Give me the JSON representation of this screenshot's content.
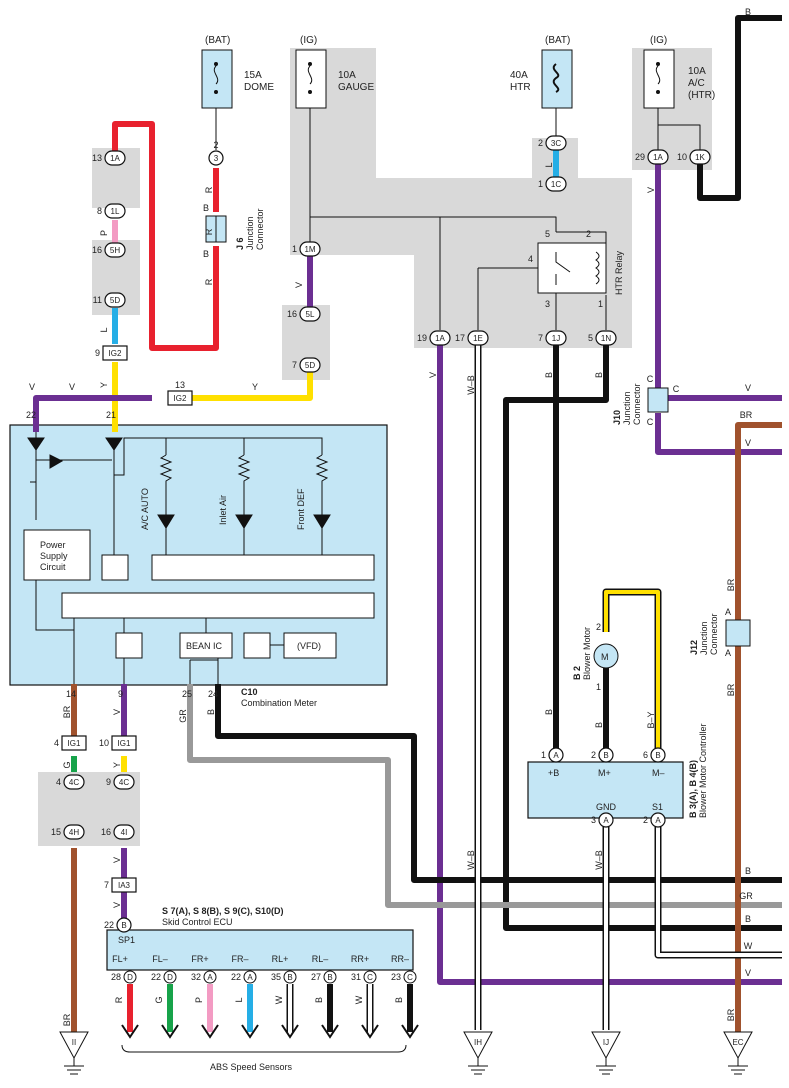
{
  "fuses": {
    "dome": {
      "src": "(BAT)",
      "rating": "15A",
      "name": "DOME"
    },
    "gauge": {
      "src": "(IG)",
      "rating": "10A",
      "name": "GAUGE"
    },
    "htr": {
      "src": "(BAT)",
      "rating": "40A",
      "name": "HTR"
    },
    "ac": {
      "src": "(IG)",
      "rating": "10A",
      "name1": "A/C",
      "name2": "(HTR)"
    }
  },
  "connectors": {
    "c1A_13": "1A",
    "c1L_8": "1L",
    "c5H_16": "5H",
    "c5D_11": "5D",
    "cIG2_9": "IG2",
    "c3": "3",
    "c1M": "1M",
    "c5L": "5L",
    "c5D_7": "5D",
    "cIG2_13": "IG2",
    "c3C": "3C",
    "c1C": "1C",
    "c1A_19": "1A",
    "c1E": "1E",
    "c1J": "1J",
    "c1N": "1N",
    "c1A_29": "1A",
    "c1K": "1K",
    "cIG1_4": "IG1",
    "cIG1_10": "IG1",
    "c4C_4": "4C",
    "c4C_9": "4C",
    "c4H": "4H",
    "c4I": "4I",
    "cIA3": "IA3",
    "cB": "B",
    "cA_blower1": "A",
    "cB_blower2": "B",
    "cB_blower6": "B",
    "cA_gnd": "A",
    "cA_s1": "A"
  },
  "pins": {
    "p13": "13",
    "p8": "8",
    "p16a": "16",
    "p11": "11",
    "p9": "9",
    "p2a": "2",
    "p1m": "1",
    "p16b": "16",
    "p7": "7",
    "p13b": "13",
    "p22": "22",
    "p21": "21",
    "p2b": "2",
    "p1c": "1",
    "p5": "5",
    "p2c": "2",
    "p4": "4",
    "p1d": "1",
    "p3": "3",
    "p19": "19",
    "p17": "17",
    "p7b": "7",
    "p5b": "5",
    "p29": "29",
    "p10": "10",
    "p14": "14",
    "p9b": "9",
    "p25": "25",
    "p24": "24",
    "p4b": "4",
    "p10b": "10",
    "p4c": "4",
    "p9c": "9",
    "p15": "15",
    "p16c": "16",
    "p7c": "7",
    "p22b": "22",
    "pb1": "1",
    "pb2": "2",
    "pb6": "6",
    "pb3": "3",
    "pb2b": "2",
    "pm2": "2",
    "pm1": "1"
  },
  "wires": {
    "R": "R",
    "B": "B",
    "P": "P",
    "L": "L",
    "V": "V",
    "Y": "Y",
    "WB": "W–B",
    "G": "G",
    "BR": "BR",
    "GR": "GR",
    "W": "W",
    "BY": "B–Y",
    "C": "C",
    "A": "A"
  },
  "junctions": {
    "j6_id": "J 6",
    "j6_name1": "Junction",
    "j6_name2": "Connector",
    "j10_id": "J10",
    "j10_name1": "Junction",
    "j10_name2": "Connector",
    "j12_id": "J12",
    "j12_name1": "Junction",
    "j12_name2": "Connector"
  },
  "relay": {
    "name": "HTR Relay",
    "p5": "5",
    "p2": "2",
    "p4": "4",
    "p1": "1",
    "p3": "3"
  },
  "meter": {
    "id": "C10",
    "name": "Combination Meter",
    "power": [
      "Power",
      "Supply",
      "Circuit"
    ],
    "ac_auto": "A/C AUTO",
    "inlet_air": "Inlet Air",
    "front_def": "Front DEF",
    "bean_ic": "BEAN IC",
    "vfd": "(VFD)"
  },
  "blower_motor": {
    "id": "B 2",
    "name": "Blower Motor",
    "M": "M"
  },
  "blower_ctrl": {
    "id": "B 3(A), B 4(B)",
    "name": "Blower Motor Controller",
    "pB": "+B",
    "pMp": "M+",
    "pMm": "M–",
    "gnd": "GND",
    "s1": "S1"
  },
  "skid": {
    "id": "S 7(A), S 8(B), S 9(C), S10(D)",
    "name": "Skid Control ECU",
    "sp1": "SP1",
    "pins": [
      {
        "label": "FL+",
        "num": "28",
        "conn": "D",
        "wire": "R",
        "color": "#e8212e"
      },
      {
        "label": "FL–",
        "num": "22",
        "conn": "D",
        "wire": "G",
        "color": "#17a34a"
      },
      {
        "label": "FR+",
        "num": "32",
        "conn": "A",
        "wire": "P",
        "color": "#f39bc3"
      },
      {
        "label": "FR–",
        "num": "22",
        "conn": "A",
        "wire": "L",
        "color": "#25aee6"
      },
      {
        "label": "RL+",
        "num": "35",
        "conn": "B",
        "wire": "W",
        "color": "#ffffff"
      },
      {
        "label": "RL–",
        "num": "27",
        "conn": "B",
        "wire": "B",
        "color": "#111111"
      },
      {
        "label": "RR+",
        "num": "31",
        "conn": "C",
        "wire": "W",
        "color": "#ffffff"
      },
      {
        "label": "RR–",
        "num": "23",
        "conn": "C",
        "wire": "B",
        "color": "#111111"
      }
    ],
    "sensors": "ABS Speed Sensors"
  },
  "grounds": {
    "II": "II",
    "IH": "IH",
    "IJ": "IJ",
    "EC": "EC"
  },
  "right_labels": {
    "B1": "B",
    "GR": "GR",
    "B2": "B",
    "W": "W",
    "V": "V",
    "BR": "BR",
    "V2": "V",
    "top": "B"
  },
  "colors": {
    "red": "#e8212e",
    "pink": "#f39bc3",
    "blue": "#25aee6",
    "violet": "#6b2f92",
    "yellow": "#ffe000",
    "black": "#111111",
    "green": "#17a34a",
    "brown": "#a0522d",
    "gray": "#999999",
    "shade": "#d9d9d9",
    "box": "#c4e6f5"
  }
}
